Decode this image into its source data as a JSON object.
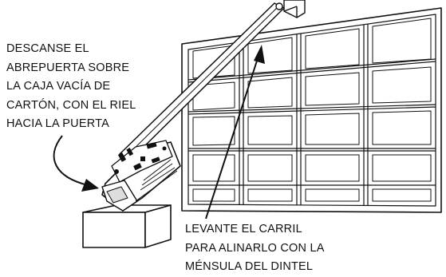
{
  "callouts": {
    "rest_on_box": [
      "DESCANSE EL",
      "ABREPUERTA SOBRE",
      "LA CAJA VACÍA DE",
      "CARTÓN, CON EL RIEL",
      "HACIA LA PUERTA"
    ],
    "lift_rail": [
      "LEVANTE EL CARRIL",
      "PARA ALINARLO CON LA",
      "MÉNSULA DEL DINTEL"
    ]
  },
  "colors": {
    "line": "#111111",
    "background": "#ffffff"
  }
}
